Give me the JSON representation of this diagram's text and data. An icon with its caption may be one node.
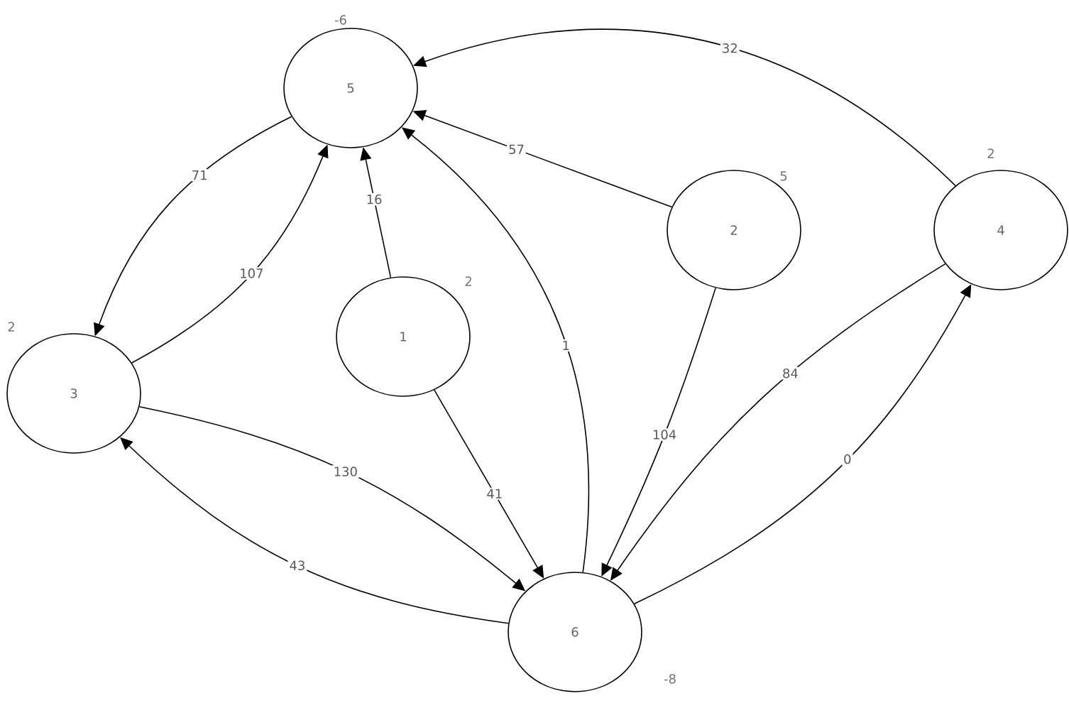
{
  "diagram": {
    "nodes": [
      {
        "text": [
          "5"
        ],
        "beside": [
          "-6"
        ]
      },
      {
        "text": [
          "2"
        ],
        "beside": [
          "5"
        ]
      },
      {
        "text": [
          "4"
        ],
        "beside": [
          "2"
        ]
      },
      {
        "text": [
          "1"
        ],
        "beside": [
          "2"
        ]
      },
      {
        "text": [
          "3"
        ],
        "beside": [
          "2"
        ]
      },
      {
        "text": [
          "6"
        ],
        "beside": [
          "-8"
        ]
      }
    ],
    "edges": [
      {
        "from": 2,
        "to": 0,
        "arrow": "to",
        "label": "32"
      },
      {
        "from": 0,
        "to": 4,
        "arrow": "to",
        "label": "71"
      },
      {
        "from": 4,
        "to": 0,
        "arrow": "to",
        "label": "107"
      },
      {
        "from": 3,
        "to": 0,
        "arrow": "to",
        "label": "16"
      },
      {
        "from": 1,
        "to": 0,
        "arrow": "to",
        "label": "57"
      },
      {
        "from": 5,
        "to": 0,
        "arrow": "to",
        "label": "1"
      },
      {
        "from": 3,
        "to": 5,
        "arrow": "to",
        "label": "41"
      },
      {
        "from": 1,
        "to": 5,
        "arrow": "to",
        "label": "104"
      },
      {
        "from": 2,
        "to": 5,
        "arrow": "to",
        "label": "84"
      },
      {
        "from": 5,
        "to": 2,
        "arrow": "to",
        "label": "0"
      },
      {
        "from": 4,
        "to": 5,
        "arrow": "to",
        "label": "130"
      },
      {
        "from": 5,
        "to": 4,
        "arrow": "to",
        "label": "43"
      }
    ]
  }
}
